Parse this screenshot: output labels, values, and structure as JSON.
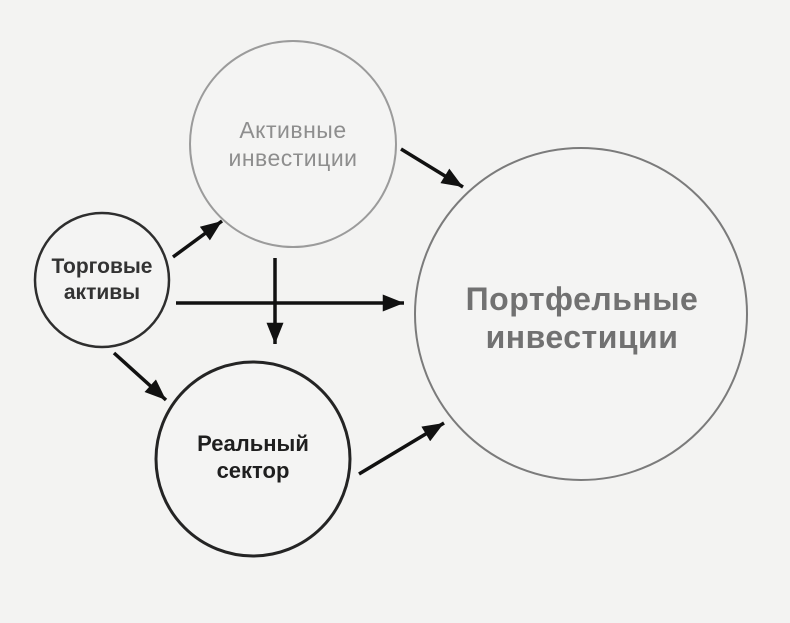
{
  "background_color": "#f3f3f2",
  "diagram": {
    "type": "flow-diagram",
    "language": "ru",
    "arrow_color": "#111111",
    "nodes": {
      "trading": {
        "id": "trading-assets",
        "label": "Торговые\nактивы",
        "stroke_color": "#2e2e2e",
        "text_color": "#333333"
      },
      "active": {
        "id": "active-investments",
        "label": "Активные\nинвестиции",
        "stroke_color": "#9b9b9b",
        "text_color": "#8e8e8e"
      },
      "real": {
        "id": "real-sector",
        "label": "Реальный\nсектор",
        "stroke_color": "#242424",
        "text_color": "#1f1f1f"
      },
      "portfolio": {
        "id": "portfolio-investments",
        "label": "Портфельные\nинвестиции",
        "stroke_color": "#7b7b7b",
        "text_color": "#717171"
      }
    },
    "edges": [
      {
        "from": "trading-assets",
        "to": "active-investments"
      },
      {
        "from": "trading-assets",
        "to": "portfolio-investments"
      },
      {
        "from": "trading-assets",
        "to": "real-sector"
      },
      {
        "from": "active-investments",
        "to": "portfolio-investments"
      },
      {
        "from": "active-investments",
        "to": "real-sector"
      },
      {
        "from": "real-sector",
        "to": "portfolio-investments"
      }
    ]
  }
}
